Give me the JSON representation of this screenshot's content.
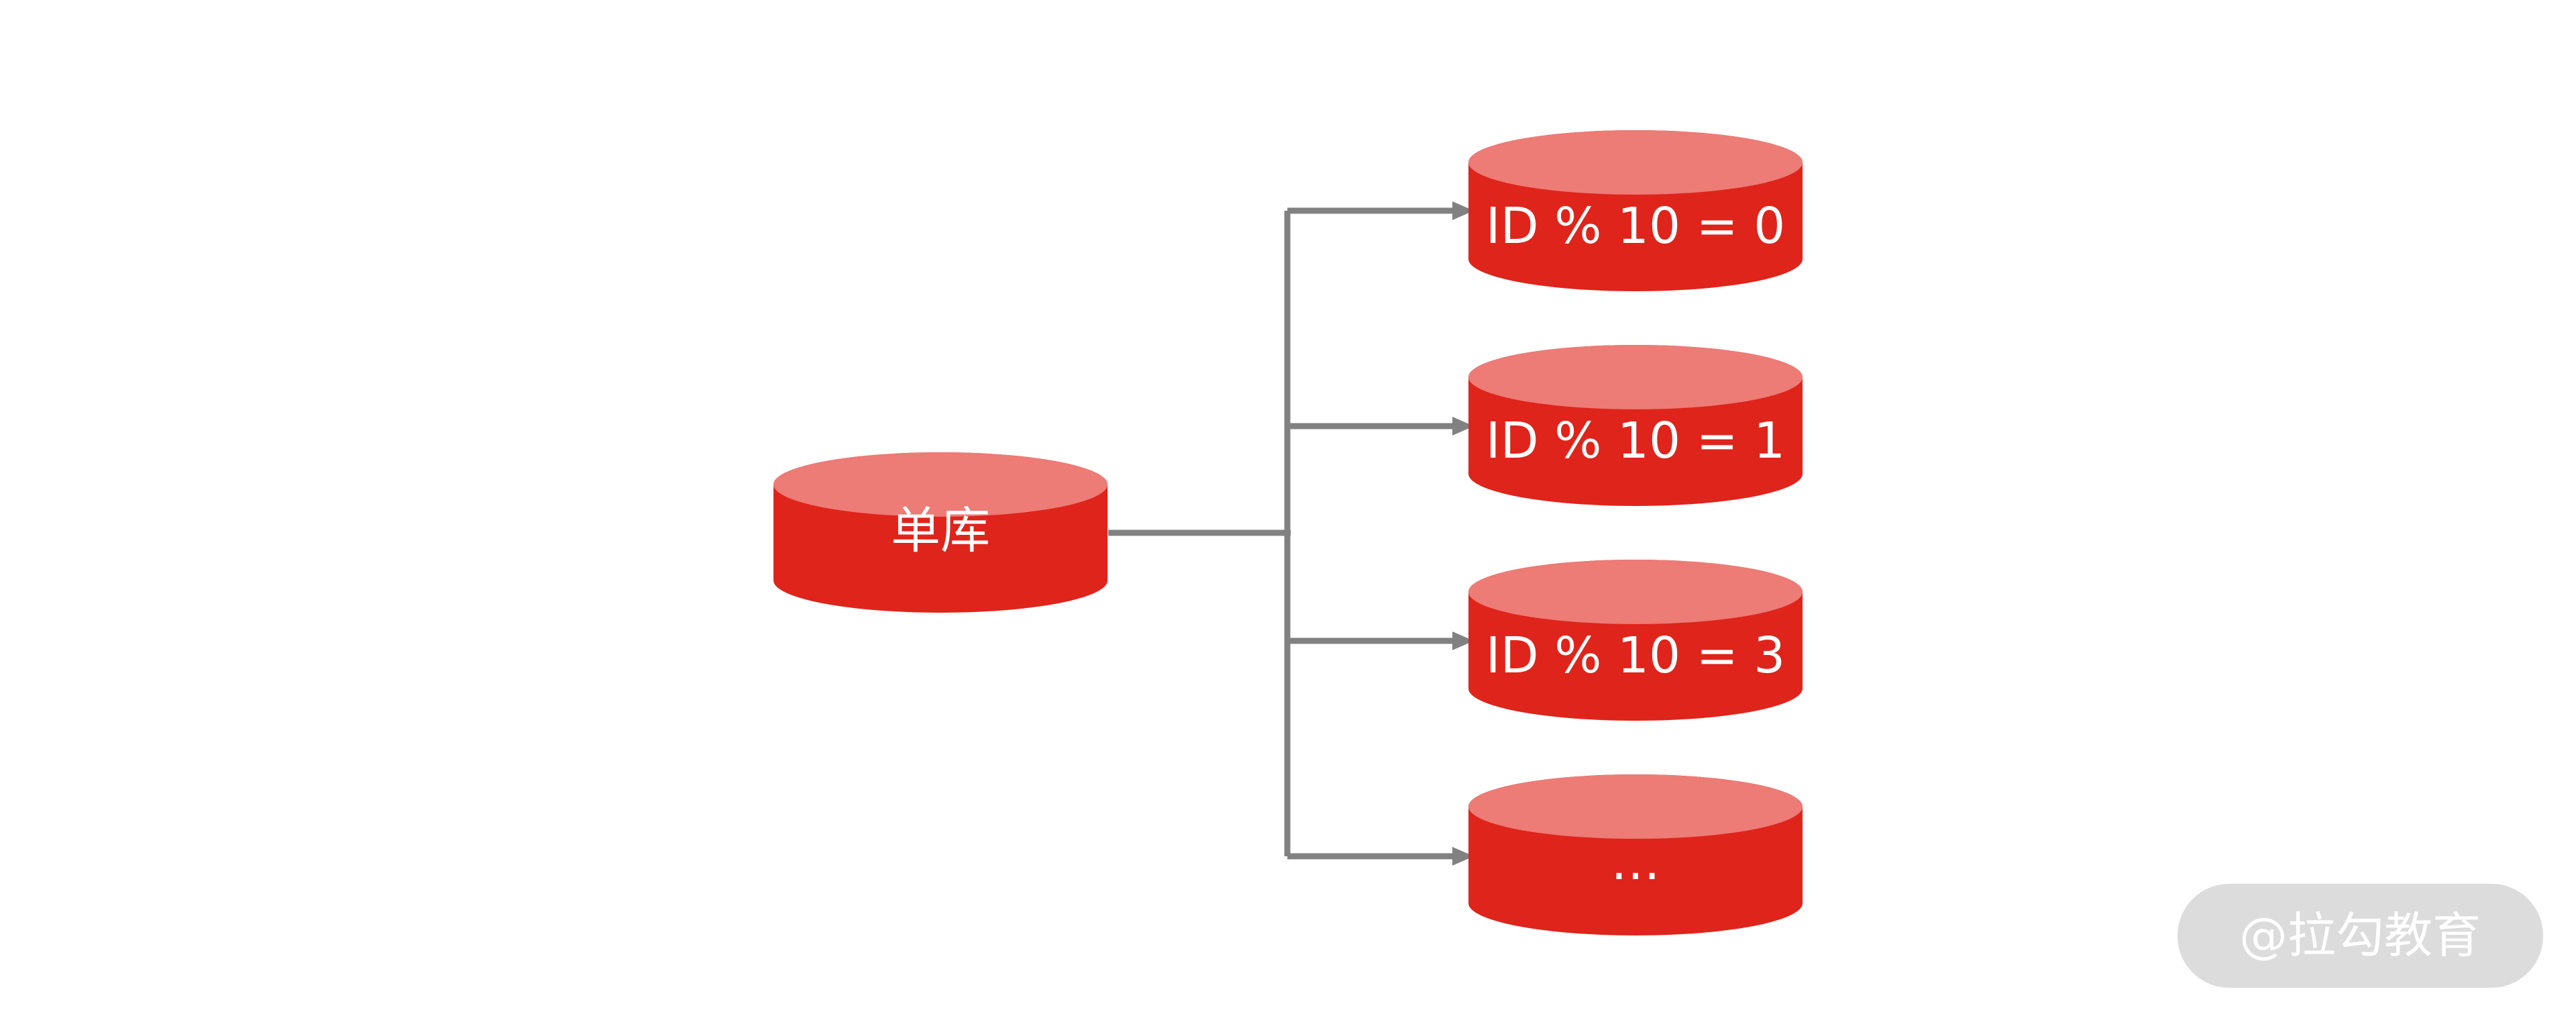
{
  "source_db": {
    "label": "单库"
  },
  "shards": [
    {
      "label": "ID % 10 = 0"
    },
    {
      "label": "ID % 10 = 1"
    },
    {
      "label": "ID % 10 = 3"
    },
    {
      "label": "…"
    }
  ],
  "watermark": {
    "text": "@拉勾教育"
  },
  "colors": {
    "cylinder_side": "#df241b",
    "cylinder_top": "#ed7b76",
    "connector": "#818181",
    "background": "#ffffff"
  }
}
